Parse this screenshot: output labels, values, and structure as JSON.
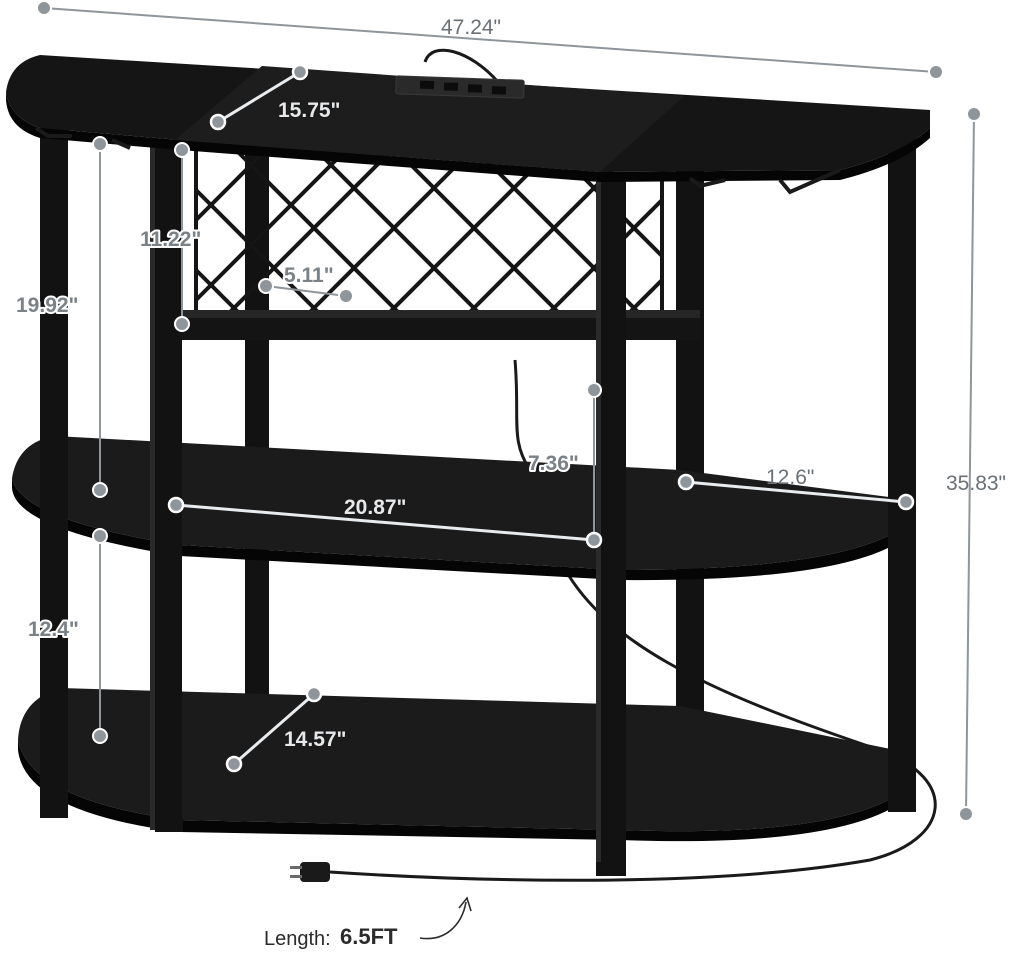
{
  "dimensions": {
    "total_width": "47.24\"",
    "top_depth": "15.75\"",
    "rack_height": "11.22\"",
    "rack_cell": "5.11\"",
    "upper_side_height": "19.92\"",
    "lower_side_height": "12.4\"",
    "middle_gap": "7.36\"",
    "middle_width": "20.87\"",
    "side_shelf_depth": "12.6\"",
    "bottom_depth": "14.57\"",
    "total_height": "35.83\""
  },
  "cord": {
    "label": "Length:",
    "value": "6.5FT"
  },
  "colors": {
    "furniture": "#111111",
    "dimension": "#8e959b",
    "background": "#ffffff"
  }
}
